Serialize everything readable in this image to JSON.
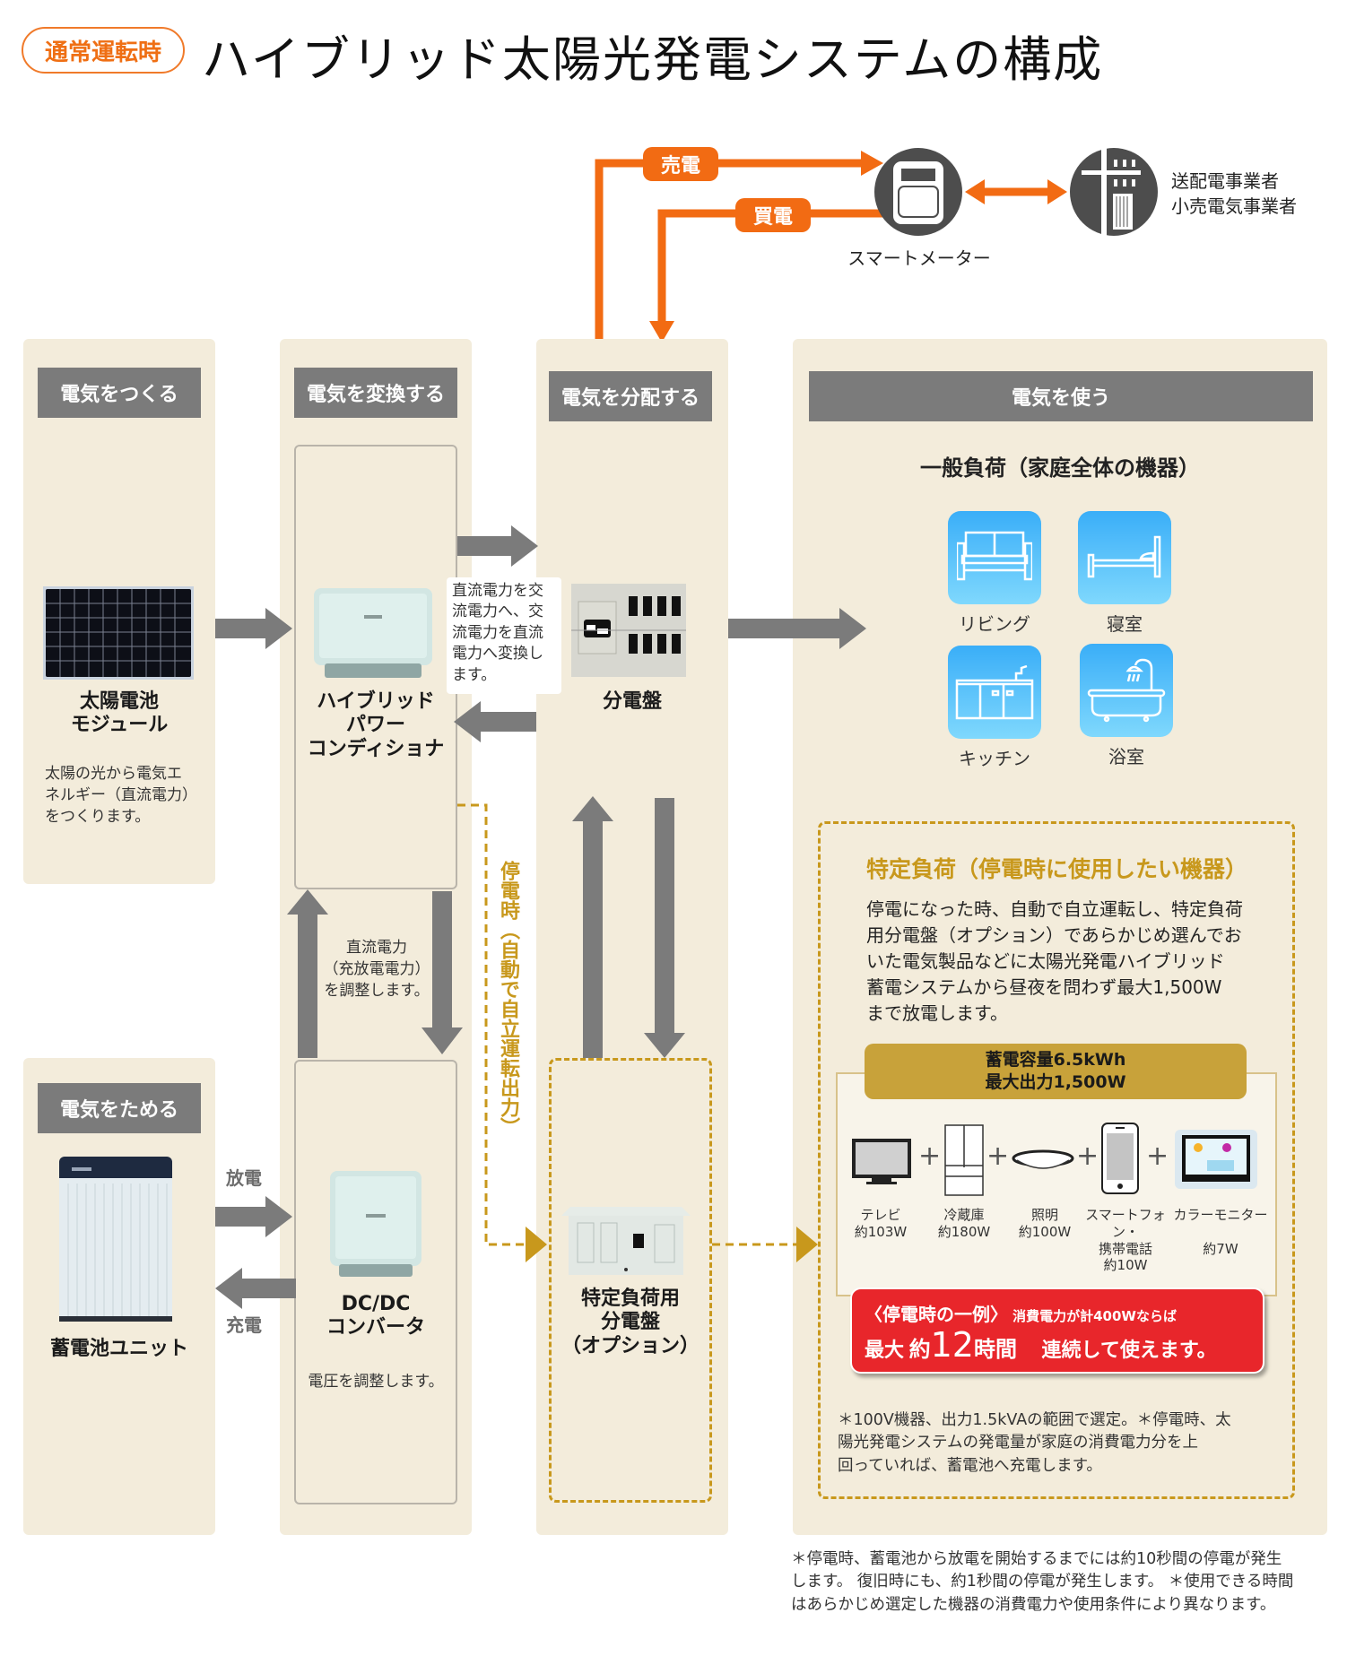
{
  "header": {
    "mode_badge": "通常運転時",
    "title": "ハイブリッド太陽光発電システムの構成"
  },
  "grid": {
    "sell_label": "売電",
    "buy_label": "買電",
    "smart_meter_label": "スマートメーター",
    "utility_label_1": "送配電事業者",
    "utility_label_2": "小売電気事業者"
  },
  "sections": {
    "generate": {
      "header": "電気をつくる",
      "device_name": "太陽電池\nモジュール",
      "description": "太陽の光から電気エ\nネルギー（直流電力）\nをつくります。"
    },
    "convert": {
      "header": "電気を変換する",
      "device_name": "ハイブリッド\nパワー\nコンディショナ",
      "conversion_note": "直流電力を交\n流電力へ、交\n流電力を直流\n電力へ変換し\nます。",
      "dc_note": "直流電力\n（充放電電力）\nを調整します。",
      "dcdc_name": "DC/DC\nコンバータ",
      "dcdc_description": "電圧を調整します。"
    },
    "distribute": {
      "header": "電気を分配する",
      "panel_name": "分電盤",
      "specific_panel_name": "特定負荷用\n分電盤\n（オプション）"
    },
    "store": {
      "header": "電気をためる",
      "device_name": "蓄電池ユニット",
      "discharge_label": "放電",
      "charge_label": "充電"
    },
    "use": {
      "header": "電気を使う",
      "general_load_title": "一般負荷（家庭全体の機器）",
      "rooms": [
        {
          "label": "リビング",
          "icon": "sofa-icon"
        },
        {
          "label": "寝室",
          "icon": "bed-icon"
        },
        {
          "label": "キッチン",
          "icon": "kitchen-icon"
        },
        {
          "label": "浴室",
          "icon": "bathtub-icon"
        }
      ]
    }
  },
  "outage_path_label": "停電時（自動で自立運転出力）",
  "specific_load": {
    "title": "特定負荷（停電時に使用したい機器）",
    "description": "停電になった時、自動で自立運転し、特定負荷\n用分電盤（オプション）であらかじめ選んでお\nいた電気製品などに太陽光発電ハイブリッド\n蓄電システムから昼夜を問わず最大1,500W\nまで放電します。",
    "spec": "蓄電容量6.5kWh\n最大出力1,500W",
    "appliances": [
      {
        "name": "テレビ\n約103W",
        "icon": "tv-icon"
      },
      {
        "name": "冷蔵庫\n約180W",
        "icon": "refrigerator-icon"
      },
      {
        "name": "照明\n約100W",
        "icon": "ceiling-light-icon"
      },
      {
        "name": "スマートフォン・\n携帯電話\n約10W",
        "icon": "smartphone-icon"
      },
      {
        "name": "カラーモニター\n\n約7W",
        "icon": "color-monitor-icon"
      }
    ],
    "plus_sign": "+",
    "example_prefix": "〈停電時の一例〉",
    "example_condition": "消費電力が計400Wならば",
    "example_max": "最大",
    "example_approx": "約",
    "example_hours": "12",
    "example_hours_unit": "時間",
    "example_continuous": "連続して使えます。",
    "note": "＊100V機器、出力1.5kVAの範囲で選定。＊停電時、太\n陽光発電システムの発電量が家庭の消費電力分を上\n回っていれば、蓄電池へ充電します。"
  },
  "footnote": "＊停電時、蓄電池から放電を開始するまでには約10秒間の停電が発生\nします。 復旧時にも、約1秒間の停電が発生します。 ＊使用できる時間\nはあらかじめ選定した機器の消費電力や使用条件により異なります。",
  "colors": {
    "accent_orange": "#f26b13",
    "gold": "#c8981c",
    "column_bg": "#f3ecdb",
    "header_gray": "#7b7b7b",
    "alert_red": "#e8262b",
    "room_blue": "#3aaef8"
  }
}
